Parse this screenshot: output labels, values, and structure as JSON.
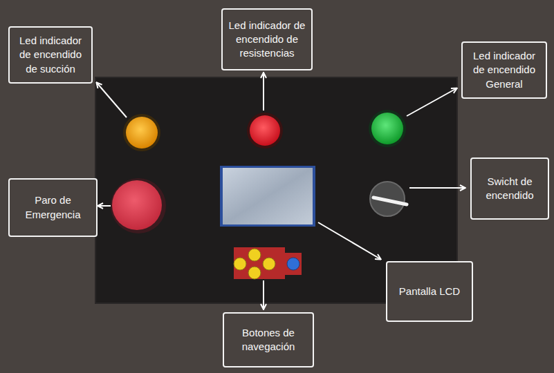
{
  "diagram": {
    "nodes": [
      {
        "text": [
          "Led indicador de encendido de succión"
        ]
      },
      {
        "text": [
          "Led indicador de encendido de resistencias"
        ]
      },
      {
        "text": [
          "Led indicador de encendido General"
        ]
      },
      {
        "text": [
          "Swicht de encendido"
        ]
      },
      {
        "text": [
          "Paro de Emergencia"
        ]
      },
      {
        "text": [
          "Pantalla LCD"
        ]
      },
      {
        "text": [
          "Botones de navegación"
        ]
      }
    ]
  }
}
